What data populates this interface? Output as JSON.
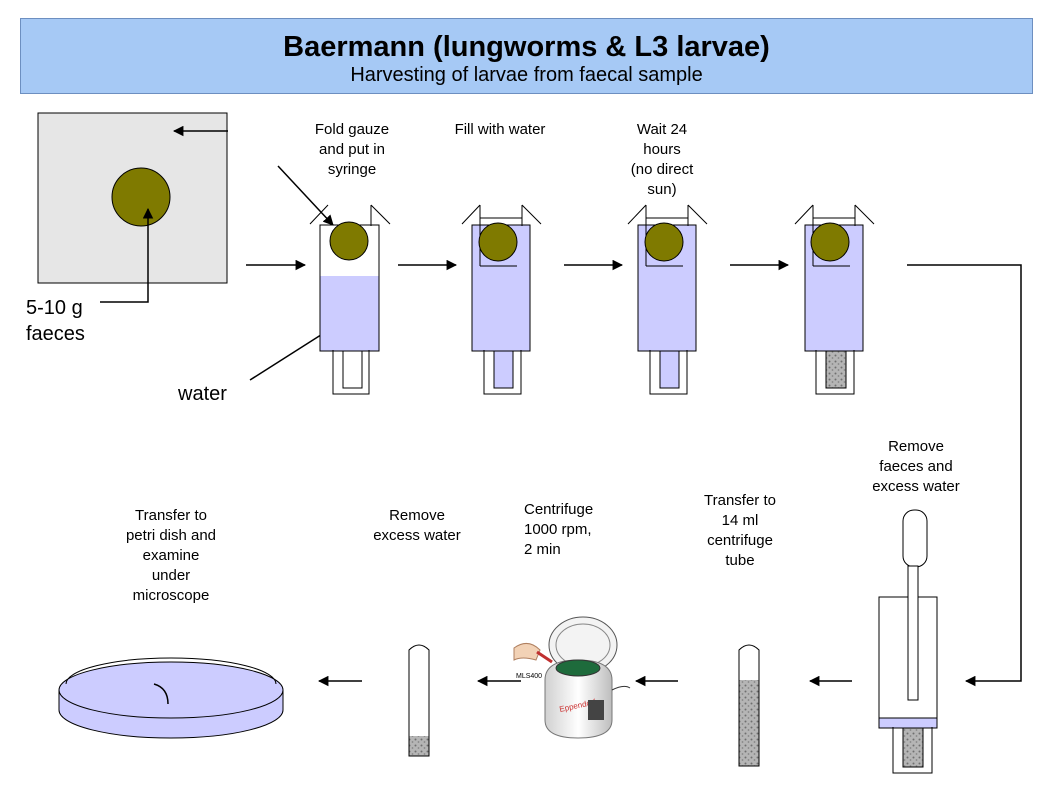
{
  "header": {
    "title": "Baermann (lungworms & L3 larvae)",
    "subtitle": "Harvesting of larvae from faecal sample"
  },
  "labels": {
    "faeces": "5-10 g\nfaeces",
    "water": "water",
    "step_fold": "Fold gauze\nand put in\nsyringe",
    "step_fill": "Fill with water",
    "step_wait": "Wait 24\nhours\n(no direct\nsun)",
    "step_remove_faeces": "Remove\nfaeces and\nexcess water",
    "step_transfer_tube": "Transfer to\n14 ml\ncentrifuge\ntube",
    "step_centrifuge": "Centrifuge\n1000 rpm,\n2 min",
    "step_remove_water": "Remove\nexcess water",
    "step_petri": "Transfer to\npetri dish and\nexamine\nunder\nmicroscope",
    "centrifuge_model": "MLS400"
  },
  "colors": {
    "title_bg": "#a6c9f5",
    "water": "#ccccff",
    "faeces_ball": "#7f7a00",
    "gauze_square": "#e6e6e6",
    "sediment": "#9a9a9a"
  }
}
